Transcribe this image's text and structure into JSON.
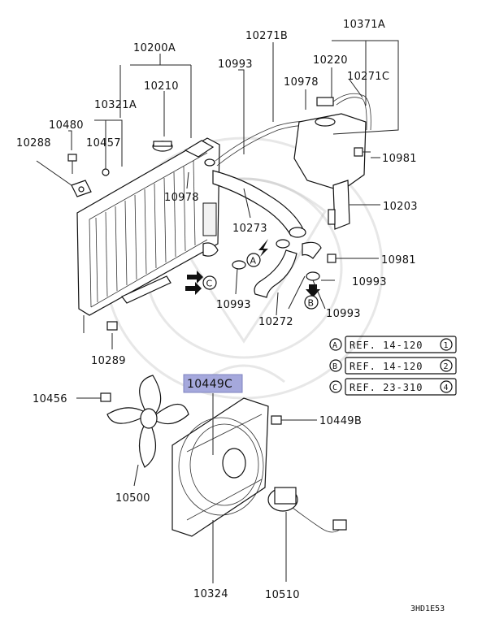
{
  "parts": {
    "p10200A": "10200A",
    "p10210": "10210",
    "p10321A": "10321A",
    "p10480": "10480",
    "p10288": "10288",
    "p10457": "10457",
    "p10993_top": "10993",
    "p10271B": "10271B",
    "p10978_top": "10978",
    "p10220": "10220",
    "p10371A": "10371A",
    "p10271C": "10271C",
    "p10981_top": "10981",
    "p10978_mid": "10978",
    "p10203": "10203",
    "p10273": "10273",
    "p10981_mid": "10981",
    "p10993_right": "10993",
    "p10993_left": "10993",
    "p10993_bottom": "10993",
    "p10272": "10272",
    "p10289": "10289",
    "p10449C": "10449C",
    "p10456": "10456",
    "p10449B": "10449B",
    "p10500": "10500",
    "p10324": "10324",
    "p10510": "10510"
  },
  "markers": {
    "A": "A",
    "B": "B",
    "C": "C"
  },
  "references": [
    {
      "letter": "A",
      "text": "REF. 14-120",
      "num": "1"
    },
    {
      "letter": "B",
      "text": "REF. 14-120",
      "num": "2"
    },
    {
      "letter": "C",
      "text": "REF. 23-310",
      "num": "4"
    }
  ],
  "diagram_code": "3HD1E53",
  "colors": {
    "highlight": "#a5a8dc",
    "ink": "#111111"
  }
}
